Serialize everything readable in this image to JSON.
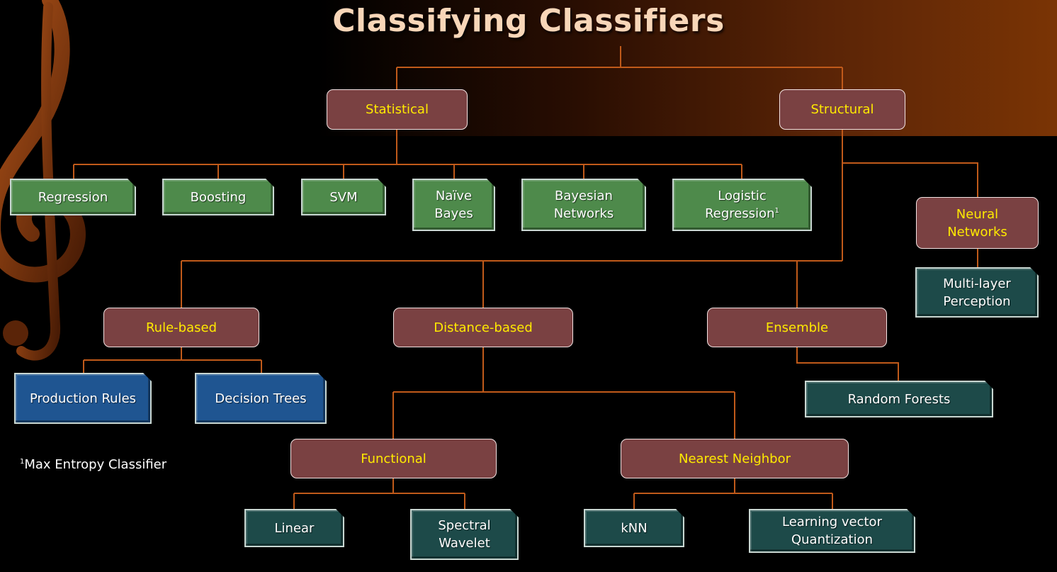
{
  "title": "Classifying Classifiers",
  "colors": {
    "category_fill": "#7a4142",
    "category_text": "#ffea00",
    "connector": "#c05a1a",
    "green_leaf": "#4e8a4b",
    "blue_leaf": "#1f5591",
    "teal_leaf": "#1d4a49"
  },
  "decoration": "treble-clef-icon",
  "categories": {
    "statistical": "Statistical",
    "structural": "Structural",
    "neural_networks": [
      "Neural",
      "Networks"
    ],
    "rule_based": "Rule-based",
    "distance_based": "Distance-based",
    "ensemble": "Ensemble",
    "functional": "Functional",
    "nearest_neighbor": "Nearest Neighbor"
  },
  "statistical_methods": {
    "regression": "Regression",
    "boosting": "Boosting",
    "svm": "SVM",
    "naive_bayes": [
      "Naïve",
      "Bayes"
    ],
    "bayesian_networks": [
      "Bayesian",
      "Networks"
    ],
    "logistic_regression": [
      "Logistic",
      "Regression",
      "1"
    ]
  },
  "rule_methods": {
    "production_rules": "Production Rules",
    "decision_trees": "Decision Trees"
  },
  "neural_methods": {
    "multilayer_perception": [
      "Multi-layer",
      "Perception"
    ]
  },
  "ensemble_methods": {
    "random_forests": "Random Forests"
  },
  "functional_methods": {
    "linear": "Linear",
    "spectral_wavelet": [
      "Spectral",
      "Wavelet"
    ]
  },
  "nn_methods": {
    "knn": "kNN",
    "lvq": [
      "Learning vector",
      "Quantization"
    ]
  },
  "footnote": {
    "marker": "1",
    "text": "Max Entropy Classifier"
  }
}
